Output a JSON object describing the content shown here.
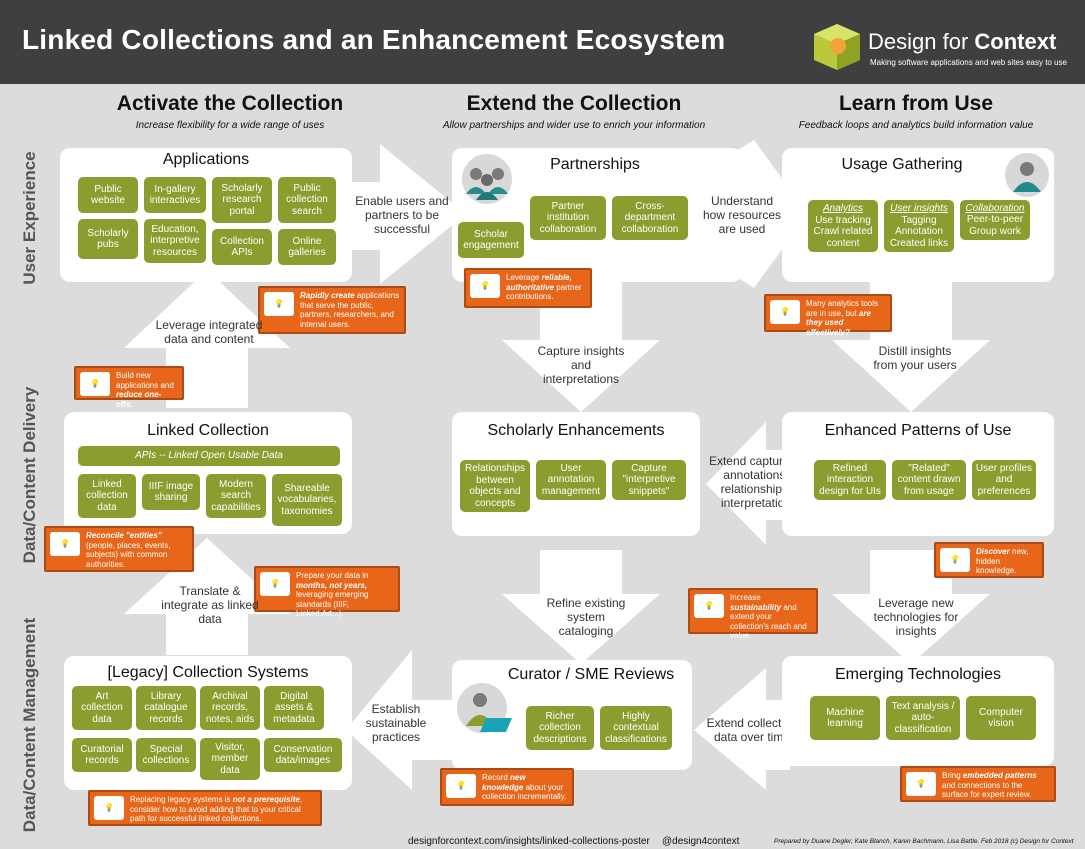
{
  "header": {
    "title": "Linked Collections and an Enhancement Ecosystem",
    "brand_name_light": "Design for ",
    "brand_name_bold": "Context",
    "brand_tagline": "Making software applications and web sites easy to use"
  },
  "columns": [
    {
      "title": "Activate the Collection",
      "subtitle": "Increase flexibility for a wide range of uses"
    },
    {
      "title": "Extend the Collection",
      "subtitle": "Allow partnerships and wider use to enrich your information"
    },
    {
      "title": "Learn from Use",
      "subtitle": "Feedback loops and analytics build information value"
    }
  ],
  "rows": [
    "User Experience",
    "Data/Content Delivery",
    "Data/Content Management"
  ],
  "panels": {
    "applications": {
      "title": "Applications",
      "items": [
        "Public website",
        "In-gallery interactives",
        "Scholarly research portal",
        "Public collection search",
        "Scholarly pubs",
        "Education, interpretive resources",
        "Collection APIs",
        "Online galleries"
      ]
    },
    "partnerships": {
      "title": "Partnerships",
      "items": [
        "Scholar engagement",
        "Partner institution collaboration",
        "Cross-department collaboration"
      ]
    },
    "usage": {
      "title": "Usage Gathering",
      "items": [
        {
          "head": "Analytics",
          "body": "Use tracking Crawl related content"
        },
        {
          "head": "User insights",
          "body": "Tagging Annotation Created links"
        },
        {
          "head": "Collaboration",
          "body": "Peer-to-peer Group work"
        }
      ]
    },
    "linked": {
      "title": "Linked Collection",
      "api_bar": "APIs -- Linked Open Usable Data",
      "items": [
        "Linked collection data",
        "IIIF image sharing",
        "Modern search capabilities",
        "Shareable vocabularies, taxonomies"
      ]
    },
    "scholarly": {
      "title": "Scholarly Enhancements",
      "items": [
        "Relationships between objects and concepts",
        "User annotation management",
        "Capture \"interpretive snippets\""
      ]
    },
    "patterns": {
      "title": "Enhanced Patterns of Use",
      "items": [
        "Refined interaction design for UIs",
        "\"Related\" content drawn from usage",
        "User profiles and preferences"
      ]
    },
    "legacy": {
      "title": "[Legacy] Collection Systems",
      "items": [
        "Art collection data",
        "Library catalogue records",
        "Archival records, notes, aids",
        "Digital assets & metadata",
        "Curatorial records",
        "Special collections",
        "Visitor, member data",
        "Conservation data/images"
      ]
    },
    "curator": {
      "title": "Curator / SME Reviews",
      "items": [
        "Richer collection descriptions",
        "Highly contextual classifications"
      ]
    },
    "emerging": {
      "title": "Emerging Technologies",
      "items": [
        "Machine learning",
        "Text analysis / auto-classification",
        "Computer vision"
      ]
    }
  },
  "arrows": {
    "enable": "Enable users and partners to be successful",
    "understand": "Understand how resources are used",
    "leverage": "Leverage integrated data and content",
    "capture": "Capture insights and interpretations",
    "distill": "Distill insights from your users",
    "extend_capture": "Extend capture of annotations, relationships, interpretation",
    "translate": "Translate & integrate as linked data",
    "refine": "Refine existing system cataloging",
    "leverage_new": "Leverage new technologies for insights",
    "establish": "Establish sustainable practices",
    "extend_data": "Extend collection data over time"
  },
  "tips": {
    "rapid": {
      "b": "Rapidly create",
      "t": " applications that serve the public, partners, researchers, and internal users."
    },
    "leverage_reliable": {
      "pre": "Leverage ",
      "b": "reliable, authoritative",
      "t": " partner contributions."
    },
    "analytics_tools": {
      "pre": "Many analytics tools are in use, but ",
      "b": "are they used effectively?",
      "t": ""
    },
    "build_new": {
      "pre": "Build new applications and ",
      "b": "reduce one-offs.",
      "t": ""
    },
    "reconcile": {
      "b": "Reconcile \"entities\"",
      "t": " (people, places, events, subjects) with common authorities."
    },
    "prepare": {
      "pre": "Prepare your data in ",
      "b": "months, not years,",
      "t": " leveraging emerging standards (IIIF, Linked.Art...)."
    },
    "discover": {
      "b": "Discover",
      "t": " new, hidden knowledge."
    },
    "sustain": {
      "pre": "Increase ",
      "b": "sustainability",
      "t": " and extend your collection's reach and value."
    },
    "record": {
      "pre": "Record ",
      "b": "new knowledge",
      "t": " about your collection incrementally."
    },
    "replace": {
      "pre": "Replacing legacy systems is ",
      "b": "not a prerequisite",
      "t": ", consider how to avoid adding that to your critical path for successful linked collections."
    },
    "embedded": {
      "pre": "Bring ",
      "b": "embedded patterns",
      "t": " and connections to the surface for expert review."
    }
  },
  "footer": {
    "url": "designforcontext.com/insights/linked-collections-poster",
    "handle": "@design4context",
    "credits": "Prepared by Duane Degler, Kate Blanch, Karen Bachmann, Lisa Battle.  Feb 2018 (c) Design for Context"
  },
  "colors": {
    "green": "#8a9d2e",
    "orange": "#e8661a",
    "header": "#3f3f3f",
    "bg": "#dcdcdc"
  }
}
